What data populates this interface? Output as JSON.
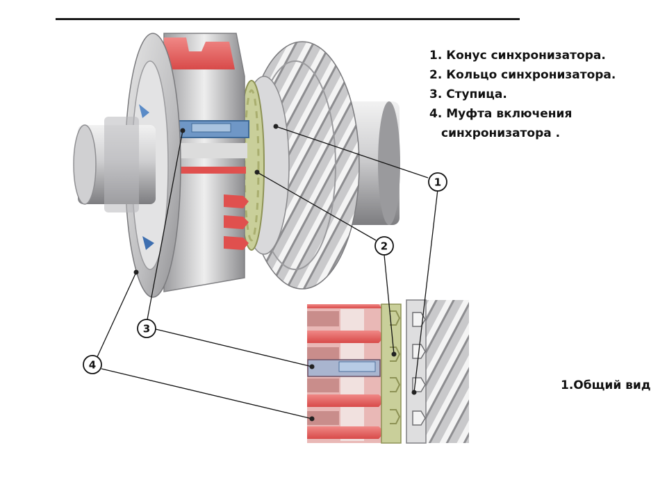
{
  "legend": {
    "item1": "1. Конус синхронизатора.",
    "item2": "2. Кольцо синхронизатора.",
    "item3": "3. Ступица.",
    "item4_line1": "4. Муфта включения",
    "item4_line2": "синхронизатора ."
  },
  "caption": "1.Общий вид",
  "callouts": {
    "c1": "1",
    "c2": "2",
    "c3": "3",
    "c4": "4"
  },
  "colors": {
    "steel": "#c4c4c6",
    "sleeve_red": "#e0504e",
    "ring_green": "#c9cf9a",
    "hub_blue": "#6f97c6"
  }
}
